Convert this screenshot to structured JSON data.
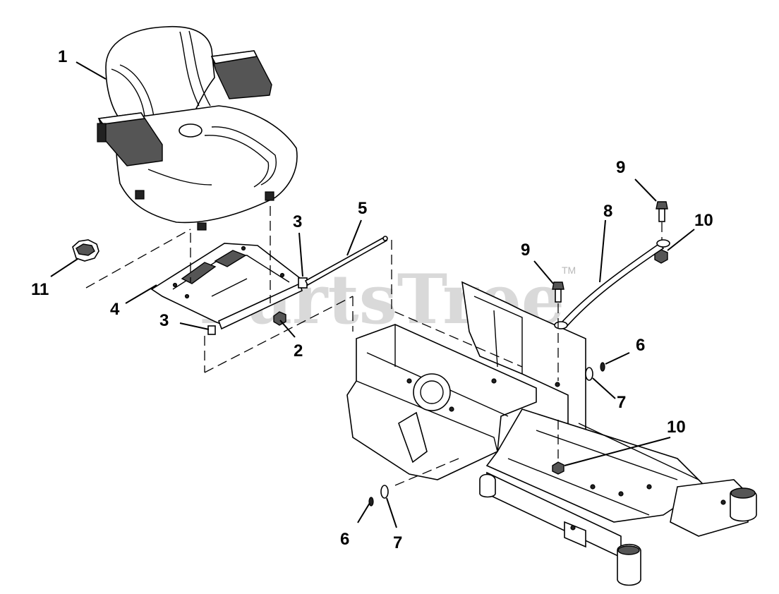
{
  "diagram": {
    "watermark": "PartsTree",
    "trademark": "TM",
    "callouts": {
      "seat": "1",
      "seat_nut": "2",
      "bushing_upper": "3",
      "bushing_lower": "3",
      "seat_pan": "4",
      "seat_rod": "5",
      "clip_right": "6",
      "clip_left": "6",
      "washer_right": "7",
      "washer_left": "7",
      "support_rod": "8",
      "bolt_upper": "9",
      "bolt_lower": "9",
      "nut_upper": "10",
      "nut_lower": "10",
      "knob": "11"
    }
  }
}
